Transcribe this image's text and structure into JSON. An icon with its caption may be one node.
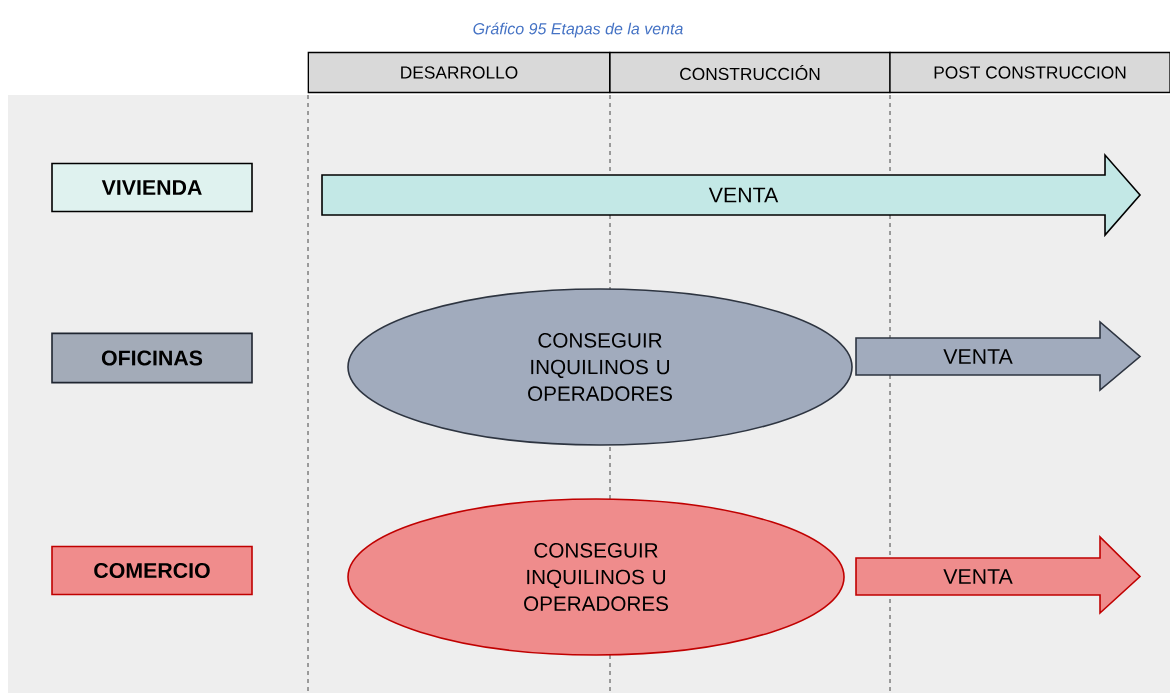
{
  "diagram": {
    "caption": "Gráfico 95 Etapas de la venta",
    "nodes": [
      {
        "text": [
          "DESARROLLO"
        ]
      },
      {
        "text": [
          "CONSTRUCCIÓN"
        ]
      },
      {
        "text": [
          "POST CONSTRUCCION"
        ]
      },
      {
        "text": [
          "VIVIENDA"
        ]
      },
      {
        "text": [
          "VENTA"
        ]
      },
      {
        "text": [
          "OFICINAS"
        ]
      },
      {
        "text": [
          "CONSEGUIR INQUILINOS U OPERADORES"
        ]
      },
      {
        "text": [
          "VENTA"
        ]
      },
      {
        "text": [
          "COMERCIO"
        ]
      },
      {
        "text": [
          "CONSEGUIR INQUILINOS U OPERADORES"
        ]
      },
      {
        "text": [
          "VENTA"
        ]
      }
    ],
    "edges": []
  }
}
